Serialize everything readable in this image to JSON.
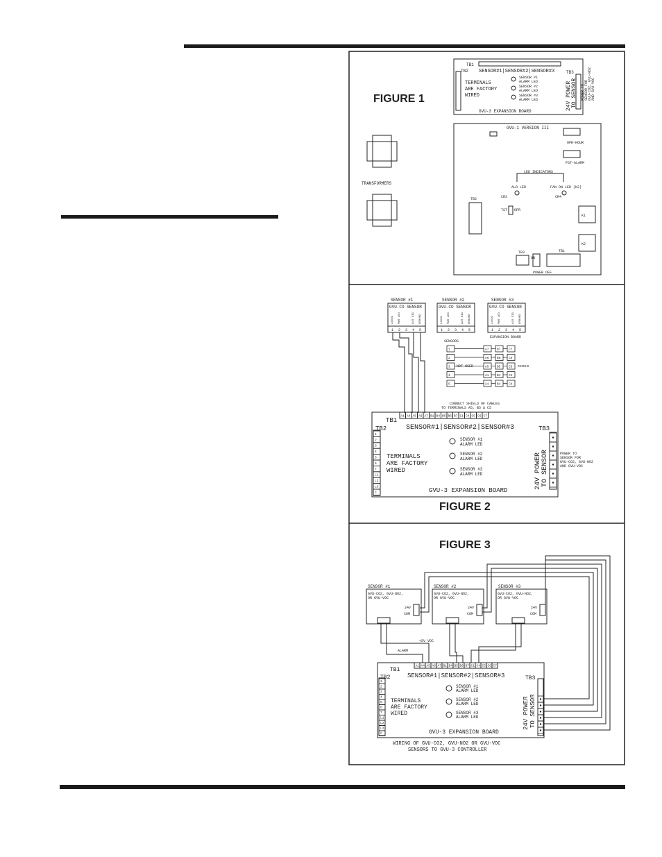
{
  "figure1": {
    "title": "FIGURE 1",
    "exp_board": {
      "tb1": "TB1",
      "tb2": "TB2",
      "tb3": "TB3",
      "sensors_header": "SENSOR#1|SENSOR#2|SENSOR#3",
      "led1": "SENSOR #1",
      "led1b": "ALARM LED",
      "led2": "SENSOR #2",
      "led2b": "ALARM LED",
      "led3": "SENSOR #3",
      "led3b": "ALARM LED",
      "terminals_1": "TERMINALS",
      "terminals_2": "ARE FACTORY",
      "terminals_3": "WIRED",
      "power_1": "24V POWER",
      "power_2": "TO SENSOR",
      "power_note_1": "POWER TO",
      "power_note_2": "SENSOR FOR",
      "power_note_3": "GVU-CO2, GVU-NO2",
      "power_note_4": "AND GVU-VOC",
      "caption": "GVU-3 EXPANSION BOARD"
    },
    "transformers_label": "TRANSFORMERS",
    "controller": {
      "title": "GVU-1 VERSION III",
      "opr_hour": "OPR-HOUR",
      "pst_alarm": "PST-ALARM",
      "led_indicators": "LED INDICATORS",
      "alr_led": "ALR LED",
      "fan_led": "FAN ON LED (K2)",
      "cr3": "CR3",
      "cr4": "CR4",
      "tst": "TST",
      "opr": "OPR",
      "tb2": "TB2",
      "tb3": "TB3",
      "tb1": "TB1",
      "power_off": "POWER OFF",
      "on": "ON",
      "k1": "K1",
      "k2": "K2"
    }
  },
  "figure2": {
    "title": "FIGURE 2",
    "sensors": [
      {
        "label": "SENSOR #1",
        "model": "GVU-CO SENSOR"
      },
      {
        "label": "SENSOR #2",
        "model": "GVU-CO SENSOR"
      },
      {
        "label": "SENSOR #3",
        "model": "GVU-CO SENSOR"
      }
    ],
    "pin_labels": [
      "24VDC",
      "PWR LED",
      "",
      "ALR SIG",
      "GROUND"
    ],
    "pin_nums": [
      "1",
      "2",
      "3",
      "4",
      "5"
    ],
    "sensors_col": "SENSORS",
    "expansion_col": "EXPANSION BOARD",
    "map_rows": [
      {
        "s": "1",
        "a": "A7",
        "b": "B7",
        "c": "C7",
        "note": ""
      },
      {
        "s": "2",
        "a": "A6",
        "b": "B6",
        "c": "C6",
        "note": ""
      },
      {
        "s": "3",
        "a": "A5",
        "b": "B5",
        "c": "C5",
        "note": "SHIELD"
      },
      {
        "s": "4",
        "a": "A1",
        "b": "B1",
        "c": "C1",
        "note": ""
      },
      {
        "s": "5",
        "a": "A4",
        "b": "B4",
        "c": "C4",
        "note": ""
      }
    ],
    "not_used": "NOT USED",
    "shield_note_1": "CONNECT SHIELD OF CABLES",
    "shield_note_2": "TO TERMINALS A5, B5 & C5",
    "tb1_terminals": [
      "A1",
      "A4",
      "A5",
      "A6",
      "A7",
      "B1",
      "B4",
      "B5",
      "B6",
      "B7",
      "C1",
      "C4",
      "C5",
      "C6",
      "C7"
    ],
    "board": {
      "tb1": "TB1",
      "tb2": "TB2",
      "tb3": "TB3",
      "sensors_header": "SENSOR#1|SENSOR#2|SENSOR#3",
      "led1": "SENSOR #1",
      "led1b": "ALARM LED",
      "led2": "SENSOR #2",
      "led2b": "ALARM LED",
      "led3": "SENSOR #3",
      "led3b": "ALARM LED",
      "terminals_1": "TERMINALS",
      "terminals_2": "ARE FACTORY",
      "terminals_3": "WIRED",
      "power_1": "24V POWER",
      "power_2": "TO SENSOR",
      "power_note_1": "POWER TO",
      "power_note_2": "SENSOR FOR",
      "power_note_3": "GVU-CO2, GVU-NO2",
      "power_note_4": "AND GVU-VOC",
      "caption": "GVU-3 EXPANSION BOARD",
      "tb2_terminals": [
        "1",
        "2",
        "3",
        "4",
        "5",
        "6",
        "7",
        "L1",
        "L2",
        "L3",
        "C"
      ]
    }
  },
  "figure3": {
    "title": "FIGURE 3",
    "sensors": [
      {
        "label": "SENSOR #1",
        "model_1": "GVU-CO2, GVU-NO2,",
        "model_2": "OR GVU-VOC"
      },
      {
        "label": "SENSOR #2",
        "model_1": "GVU-CO2, GVU-NO2,",
        "model_2": "OR GVU-VOC"
      },
      {
        "label": "SENSOR #3",
        "model_1": "GVU-CO2, GVU-NO2,",
        "model_2": "OR GVU-VOC"
      }
    ],
    "pin_24v": "24V",
    "pin_com": "COM",
    "vdc_note": "+5V VDC",
    "alarm_note": "ALARM",
    "tb1_terminals": [
      "A1",
      "A4",
      "A5",
      "A6",
      "A7",
      "B1",
      "B4",
      "B5",
      "B6",
      "B7",
      "C1",
      "C4",
      "C5",
      "C6",
      "C7"
    ],
    "board": {
      "tb1": "TB1",
      "tb2": "TB2",
      "tb3": "TB3",
      "sensors_header": "SENSOR#1|SENSOR#2|SENSOR#3",
      "led1": "SENSOR #1",
      "led1b": "ALARM LED",
      "led2": "SENSOR #2",
      "led2b": "ALARM LED",
      "led3": "SENSOR #3",
      "led3b": "ALARM LED",
      "terminals_1": "TERMINALS",
      "terminals_2": "ARE FACTORY",
      "terminals_3": "WIRED",
      "power_1": "24V POWER",
      "power_2": "TO SENSOR",
      "caption": "GVU-3 EXPANSION BOARD",
      "tb2_terminals": [
        "1",
        "2",
        "3",
        "4",
        "5",
        "6",
        "7",
        "L1",
        "L2",
        "L3",
        "C"
      ]
    },
    "caption_1": "WIRING OF GVU-CO2, GVU-NO2 OR GVU-VOC",
    "caption_2": "SENSORS TO GVU-3 CONTROLLER"
  }
}
